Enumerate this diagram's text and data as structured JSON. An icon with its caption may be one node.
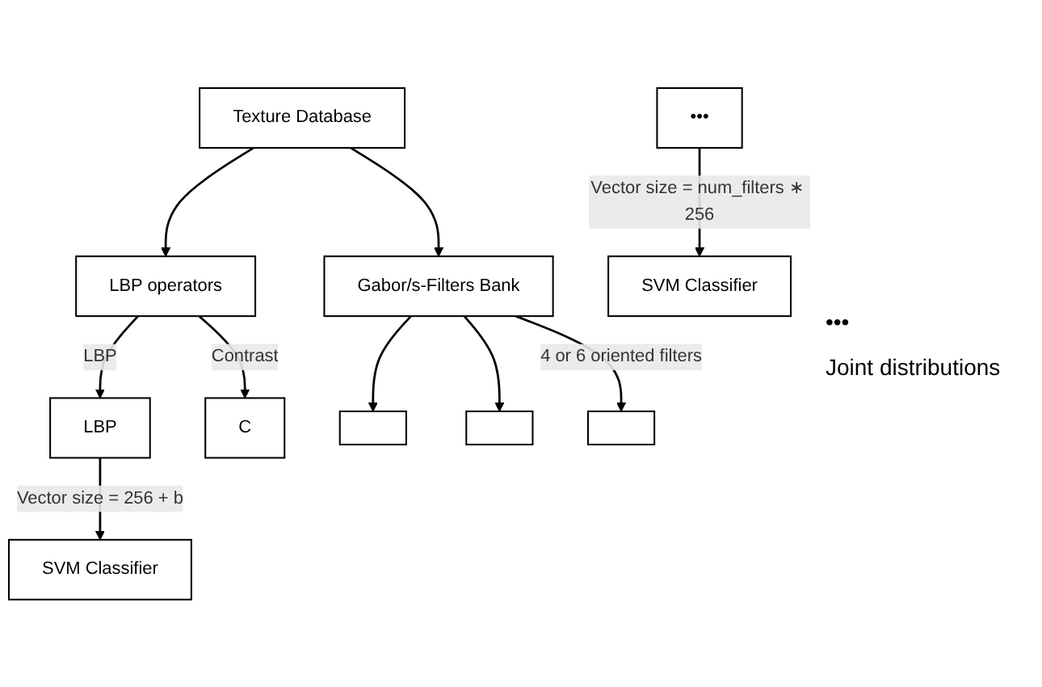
{
  "diagram": {
    "nodes": [
      {
        "text": [
          "Texture Database"
        ]
      },
      {
        "text": [
          "LBP operators"
        ]
      },
      {
        "text": [
          "Gabor/s-Filters Bank"
        ]
      },
      {
        "text": [
          "LBP"
        ]
      },
      {
        "text": [
          "C"
        ]
      },
      {
        "text": [],
        "shape": "box"
      },
      {
        "text": [],
        "shape": "box"
      },
      {
        "text": [
          "•••"
        ]
      },
      {
        "text": [],
        "shape": "box"
      },
      {
        "text": [
          "SVM Classifier"
        ]
      },
      {
        "text": [
          "SVM Classifier"
        ]
      }
    ],
    "edges": [
      {
        "from": 0,
        "to": 1,
        "arrow": "to"
      },
      {
        "from": 0,
        "to": 2,
        "arrow": "to"
      },
      {
        "from": 1,
        "to": 3,
        "arrow": "to",
        "label": "LBP"
      },
      {
        "from": 1,
        "to": 4,
        "arrow": "to",
        "label": "Contrast"
      },
      {
        "from": 2,
        "to": 5,
        "arrow": "to"
      },
      {
        "from": 2,
        "to": 6,
        "arrow": "to"
      },
      {
        "from": 2,
        "to": 8,
        "arrow": "to",
        "label": "4 or 6 oriented filters"
      },
      {
        "from": 3,
        "to": 9,
        "arrow": "to",
        "label": "Vector size = 256 + b"
      },
      {
        "from": 7,
        "to": 10,
        "arrow": "to",
        "label": "Vector size = num_filters ∗ 256"
      }
    ],
    "labels": [
      "•••",
      "Joint distributions"
    ]
  }
}
